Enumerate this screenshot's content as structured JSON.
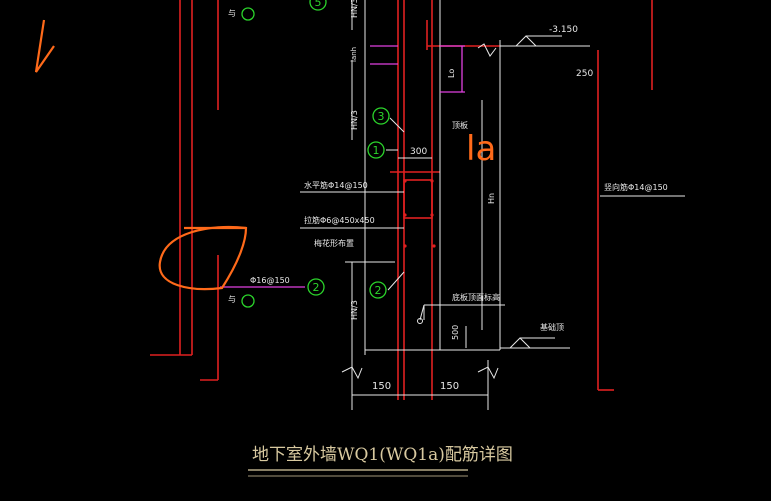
{
  "drawing_title": "地下室外墙WQ1(WQ1a)配筋详图",
  "colors": {
    "background": "#000000",
    "red_line": "#e02020",
    "white_line": "#e8e8e8",
    "magenta": "#e040e0",
    "green": "#2bd42b",
    "orange": "#ff6a1a",
    "title": "#d8c9a0"
  },
  "labels": {
    "elevation": "-3.150",
    "dim_250": "250",
    "dim_300": "300",
    "dim_150_left": "150",
    "dim_150_right": "150",
    "dim_500": "500",
    "ln_top": "HN/3",
    "ln_mid": "HN/3",
    "ln_bottom": "HN/3",
    "lo": "Lo",
    "lh": "lanh",
    "hn": "Hn",
    "top_note": "与",
    "mid_note": "与",
    "bar_horizontal": "水平筋Φ14@150",
    "bar_tie": "拉筋Φ6@450x450",
    "bar_tie_note": "梅花形布置",
    "bar_phi16": "Φ16@150",
    "bar_outer": "竖向筋Φ14@150",
    "floor_top": "顶板",
    "floor_slab": "底板顶面标高",
    "floor_bottom": "基础顶",
    "handwritten": "la"
  },
  "markers": {
    "m1": "1",
    "m2a": "2",
    "m2b": "2",
    "m3": "3",
    "m5": "5"
  }
}
